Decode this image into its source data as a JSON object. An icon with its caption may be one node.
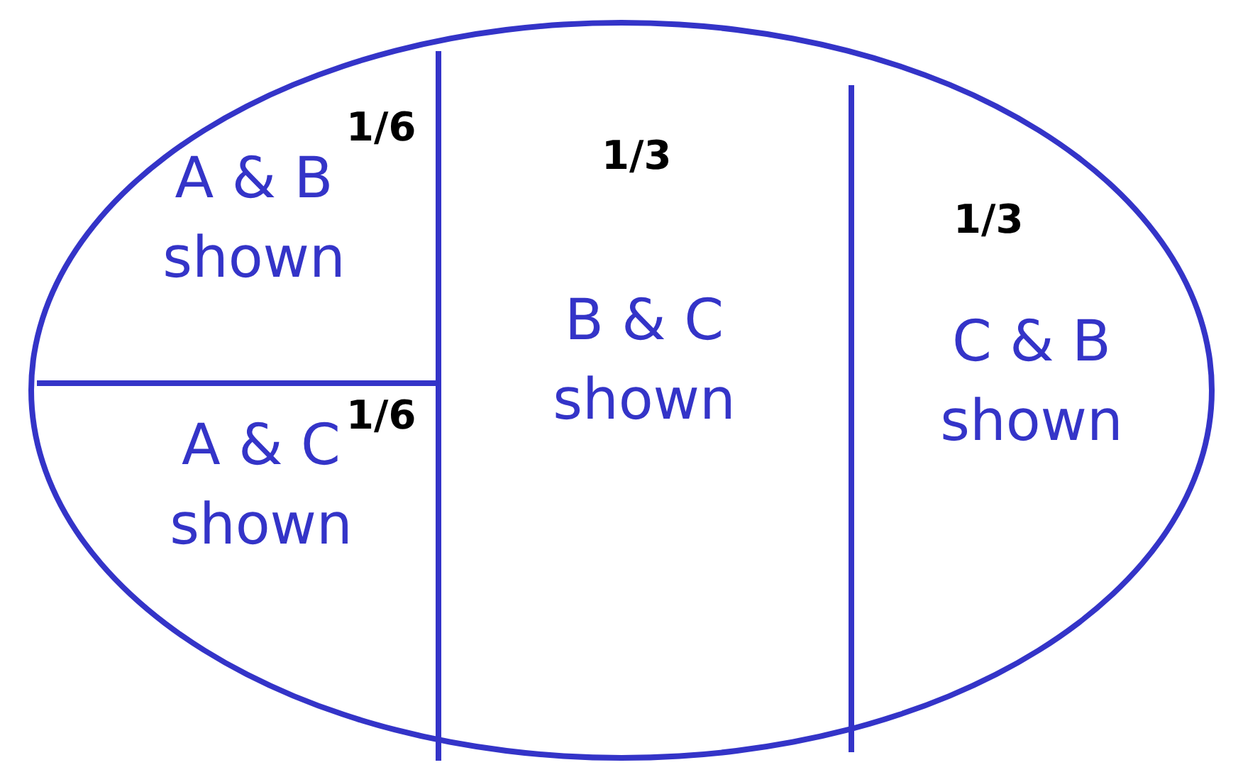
{
  "diagram": {
    "nodes": [
      {
        "text": [],
        "shape": "ellipse"
      },
      {
        "text": [
          "1/6",
          "A & B shown"
        ],
        "in": 0
      },
      {
        "text": [
          "1/6",
          "A & C shown"
        ],
        "in": 0
      },
      {
        "text": [
          "1/3",
          "B & C shown"
        ],
        "in": 0
      },
      {
        "text": [
          "1/3",
          "C & B shown"
        ],
        "in": 0
      }
    ],
    "edges": []
  }
}
